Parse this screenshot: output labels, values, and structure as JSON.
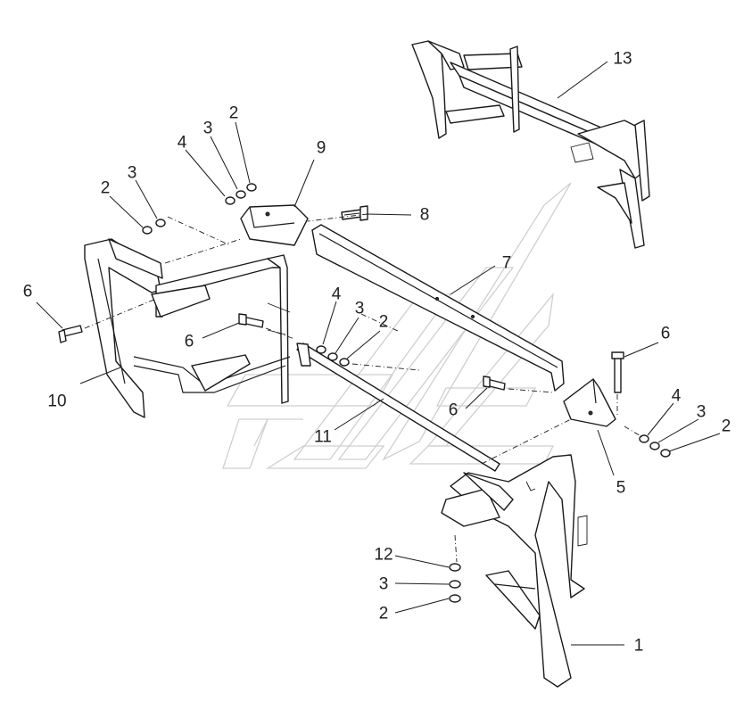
{
  "diagram": {
    "callouts": [
      {
        "id": "c1",
        "text": "1"
      },
      {
        "id": "c2a",
        "text": "2"
      },
      {
        "id": "c2b",
        "text": "2"
      },
      {
        "id": "c2c",
        "text": "2"
      },
      {
        "id": "c2d",
        "text": "2"
      },
      {
        "id": "c2e",
        "text": "2"
      },
      {
        "id": "c3a",
        "text": "3"
      },
      {
        "id": "c3b",
        "text": "3"
      },
      {
        "id": "c3c",
        "text": "3"
      },
      {
        "id": "c3d",
        "text": "3"
      },
      {
        "id": "c3e",
        "text": "3"
      },
      {
        "id": "c4a",
        "text": "4"
      },
      {
        "id": "c4b",
        "text": "4"
      },
      {
        "id": "c4c",
        "text": "4"
      },
      {
        "id": "c5",
        "text": "5"
      },
      {
        "id": "c6a",
        "text": "6"
      },
      {
        "id": "c6b",
        "text": "6"
      },
      {
        "id": "c6c",
        "text": "6"
      },
      {
        "id": "c6d",
        "text": "6"
      },
      {
        "id": "c7",
        "text": "7"
      },
      {
        "id": "c8",
        "text": "8"
      },
      {
        "id": "c9",
        "text": "9"
      },
      {
        "id": "c10",
        "text": "10"
      },
      {
        "id": "c11",
        "text": "11"
      },
      {
        "id": "c12",
        "text": "12"
      },
      {
        "id": "c13",
        "text": "13"
      }
    ]
  },
  "colors": {
    "line": "#1a1a1a",
    "watermark": "#cfcfcf",
    "background": "#ffffff"
  }
}
